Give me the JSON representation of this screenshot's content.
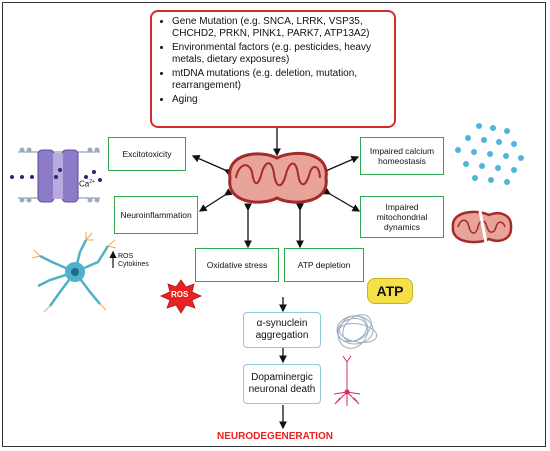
{
  "risk_factors": [
    "Gene Mutation (e.g. SNCA, LRRK, VSP35, CHCHD2, PRKN, PINK1, PARK7, ATP13A2)",
    "Environmental factors (e.g. pesticides, heavy metals, dietary exposures)",
    "mtDNA mutations (e.g. deletion, mutation, rearrangement)",
    "Aging"
  ],
  "nodes": {
    "excitotoxicity": "Excitotoxicity",
    "neuroinflammation": "Neuroinflammation",
    "calcium": "Impaired calcium homeostasis",
    "dynamics": "Impaired mitochondrial dynamics",
    "oxidative": "Oxidative stress",
    "atp_depletion": "ATP depletion",
    "synuclein": "α-synuclein aggregation",
    "neuronal_death": "Dopaminergic neuronal death"
  },
  "labels": {
    "calcium_ion": "Ca",
    "calcium_charge": "2+",
    "ros": "ROS",
    "cytokines": "Cytokines",
    "ros_badge": "ROS",
    "atp": "ATP"
  },
  "outcome": "NEURODEGENERATION",
  "colors": {
    "risk_border": "#d42a2a",
    "pathway_border": "#2fa84f",
    "downstream_border": "#8fc9de",
    "outcome": "#e8221f",
    "mitochondrion": "#e8a39a",
    "mitochondrion_outline": "#a52a2a"
  }
}
